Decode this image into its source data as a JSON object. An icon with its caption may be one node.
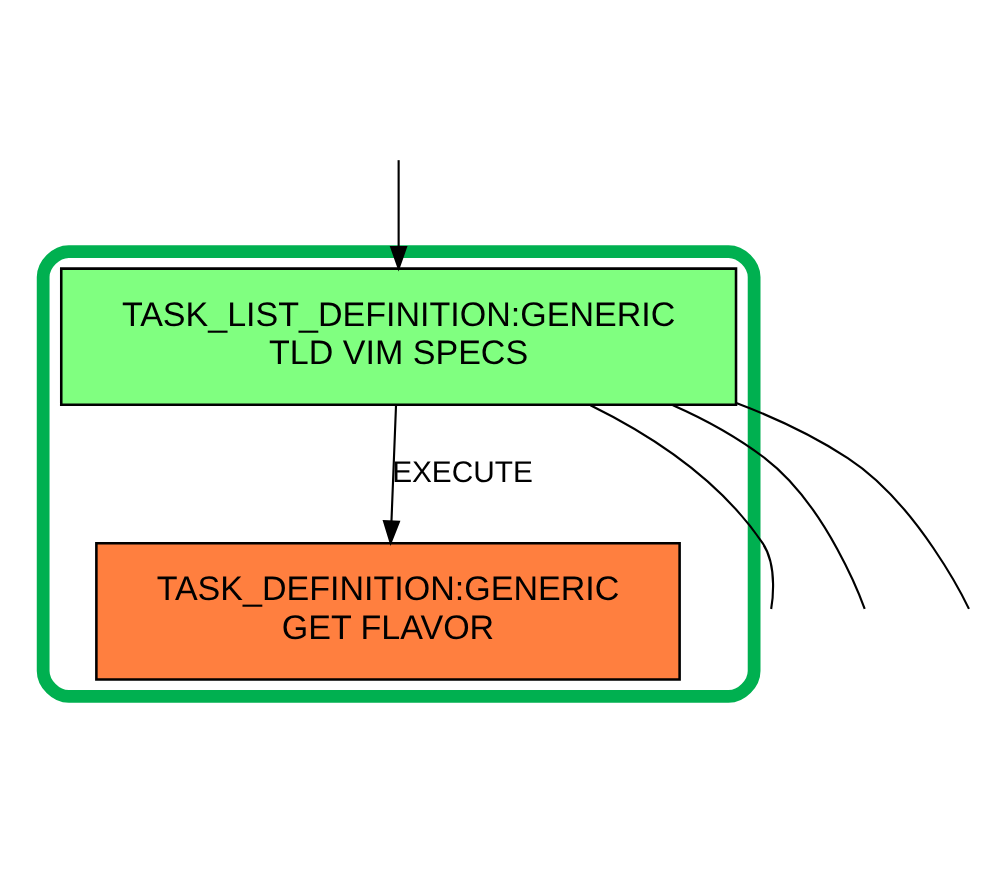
{
  "diagram": {
    "nodes": [
      {
        "text": [],
        "shape": "box"
      },
      {
        "text": [
          "TASK_LIST_DEFINITION:GENERIC",
          "TLD VIM SPECS"
        ],
        "in": 0
      },
      {
        "text": [
          "TASK_DEFINITION:GENERIC",
          "GET FLAVOR"
        ],
        "in": 0
      }
    ],
    "edges": [
      {
        "from": 1,
        "to": null,
        "arrow": "none"
      },
      {
        "from": 1,
        "to": null,
        "arrow": "none"
      },
      {
        "from": 1,
        "to": 2,
        "label": "EXECUTE",
        "arrow": "to"
      },
      {
        "from": 1,
        "to": null,
        "arrow": "none"
      },
      {
        "from": null,
        "to": 1,
        "arrow": "to"
      }
    ]
  }
}
